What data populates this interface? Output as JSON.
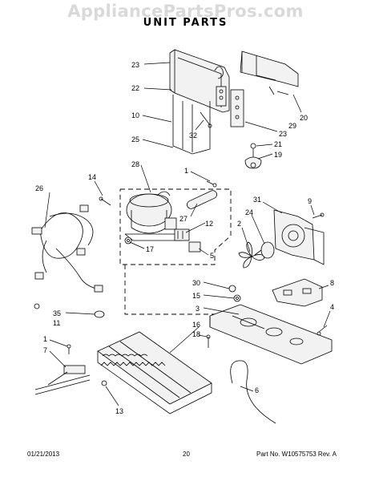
{
  "watermark": "AppliancePartsPros.com",
  "title": "UNIT PARTS",
  "footer": {
    "date": "01/21/2013",
    "page": "20",
    "part_no": "Part No.  W10575753  Rev. A"
  },
  "callouts": {
    "c23a": "23",
    "c22": "22",
    "c10": "10",
    "c32": "32",
    "c25": "25",
    "c29": "29",
    "c20": "20",
    "c23b": "23",
    "c21": "21",
    "c19": "19",
    "c28": "28",
    "c1a": "1",
    "c14": "14",
    "c26": "26",
    "c27": "27",
    "c12": "12",
    "c17": "17",
    "c5": "5",
    "c31": "31",
    "c9": "9",
    "c24": "24",
    "c2": "2",
    "c8": "8",
    "c30": "30",
    "c15": "15",
    "c3": "3",
    "c16": "16",
    "c18": "18",
    "c4": "4",
    "c35": "35",
    "c11": "11",
    "c1b": "1",
    "c7": "7",
    "c13": "13",
    "c6": "6"
  }
}
